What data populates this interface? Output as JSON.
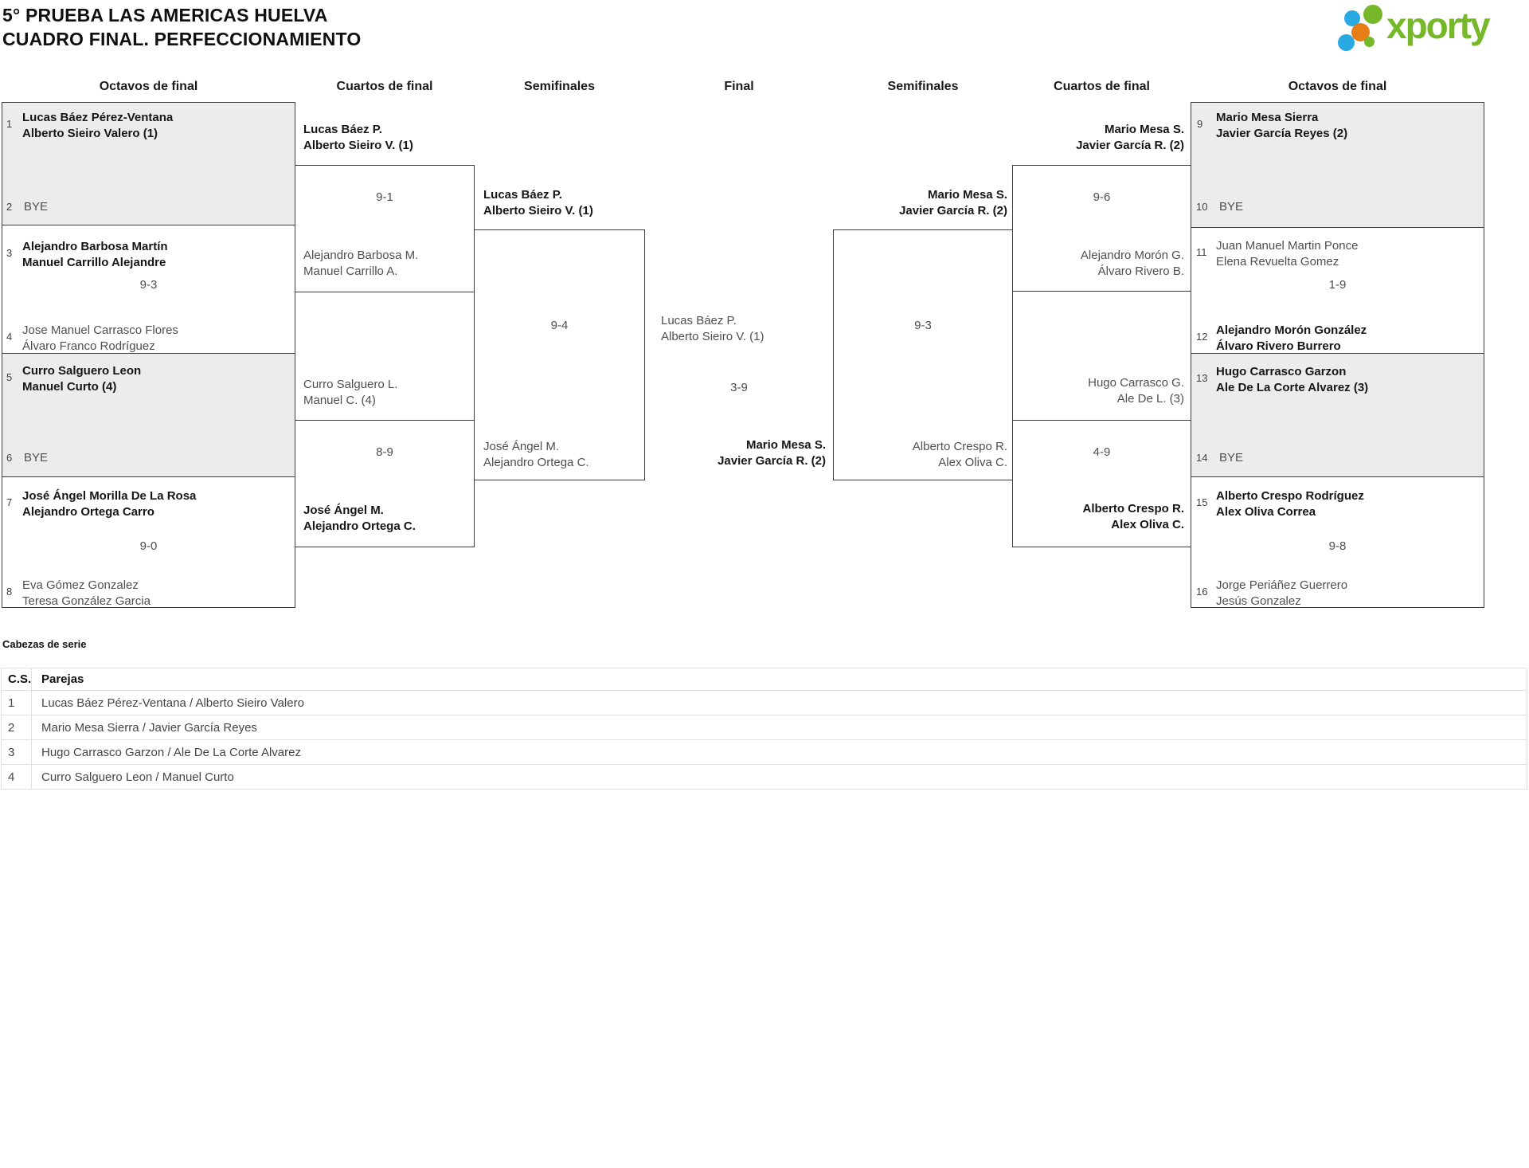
{
  "header": {
    "title_line1": "5° PRUEBA LAS AMERICAS HUELVA",
    "title_line2": "CUADRO FINAL. PERFECCIONAMIENTO",
    "brand": "xporty"
  },
  "round_headers": [
    "Octavos de final",
    "Cuartos de final",
    "Semifinales",
    "Final",
    "Semifinales",
    "Cuartos de final",
    "Octavos de final"
  ],
  "r16_left": [
    {
      "num_top": "1",
      "top1": "Lucas Báez Pérez-Ventana",
      "top2": "Alberto Sieiro Valero (1)",
      "score": "",
      "num_bot": "2",
      "bot1": "BYE",
      "bot2": ""
    },
    {
      "num_top": "3",
      "top1": "Alejandro Barbosa Martín",
      "top2": "Manuel Carrillo Alejandre",
      "score": "9-3",
      "num_bot": "4",
      "bot1": "Jose Manuel Carrasco Flores",
      "bot2": "Álvaro Franco Rodríguez"
    },
    {
      "num_top": "5",
      "top1": "Curro Salguero Leon",
      "top2": "Manuel Curto (4)",
      "score": "",
      "num_bot": "6",
      "bot1": "BYE",
      "bot2": ""
    },
    {
      "num_top": "7",
      "top1": "José Ángel Morilla De La Rosa",
      "top2": "Alejandro Ortega Carro",
      "score": "9-0",
      "num_bot": "8",
      "bot1": "Eva Gómez Gonzalez",
      "bot2": "Teresa González Garcia"
    }
  ],
  "qf_left": [
    {
      "top1": "Lucas Báez P.",
      "top2": "Alberto Sieiro V. (1)",
      "score": "9-1",
      "bot1": "Alejandro Barbosa M.",
      "bot2": "Manuel Carrillo A."
    },
    {
      "top1": "Curro Salguero L.",
      "top2": "Manuel C. (4)",
      "score": "8-9",
      "bot1": "José Ángel M.",
      "bot2": "Alejandro Ortega C."
    }
  ],
  "sf_left": {
    "top1": "Lucas Báez P.",
    "top2": "Alberto Sieiro V. (1)",
    "score": "9-4",
    "bot1": "José Ángel M.",
    "bot2": "Alejandro Ortega C."
  },
  "final": {
    "top1": "Lucas Báez P.",
    "top2": "Alberto Sieiro V. (1)",
    "score": "3-9",
    "bot1": "Mario Mesa S.",
    "bot2": "Javier García R. (2)"
  },
  "sf_right": {
    "top1": "Mario Mesa S.",
    "top2": "Javier García R. (2)",
    "score": "9-3",
    "bot1": "Alberto Crespo R.",
    "bot2": "Alex Oliva C."
  },
  "qf_right": [
    {
      "top1": "Mario Mesa S.",
      "top2": "Javier García R. (2)",
      "score": "9-6",
      "bot1": "Alejandro Morón G.",
      "bot2": "Álvaro Rivero B."
    },
    {
      "top1": "Hugo Carrasco G.",
      "top2": "Ale De L. (3)",
      "score": "4-9",
      "bot1": "Alberto Crespo R.",
      "bot2": "Alex Oliva C."
    }
  ],
  "r16_right": [
    {
      "num_top": "9",
      "top1": "Mario Mesa Sierra",
      "top2": "Javier García Reyes (2)",
      "score": "",
      "num_bot": "10",
      "bot1": "BYE",
      "bot2": ""
    },
    {
      "num_top": "11",
      "top1": "Juan Manuel Martin Ponce",
      "top2": "Elena Revuelta Gomez",
      "score": "1-9",
      "num_bot": "12",
      "bot1": "Alejandro Morón González",
      "bot2": "Álvaro Rivero Burrero"
    },
    {
      "num_top": "13",
      "top1": "Hugo Carrasco Garzon",
      "top2": "Ale De La Corte Alvarez (3)",
      "score": "",
      "num_bot": "14",
      "bot1": "BYE",
      "bot2": ""
    },
    {
      "num_top": "15",
      "top1": "Alberto Crespo Rodríguez",
      "top2": "Alex Oliva Correa",
      "score": "9-8",
      "num_bot": "16",
      "bot1": "Jorge Periáñez Guerrero",
      "bot2": "Jesús Gonzalez"
    }
  ],
  "seeds": {
    "section_title": "Cabezas de serie",
    "col_cs": "C.S.",
    "col_pairs": "Parejas",
    "rows": [
      {
        "cs": "1",
        "pair": "Lucas Báez Pérez-Ventana / Alberto Sieiro Valero"
      },
      {
        "cs": "2",
        "pair": "Mario Mesa Sierra / Javier García Reyes"
      },
      {
        "cs": "3",
        "pair": "Hugo Carrasco Garzon / Ale De La Corte Alvarez"
      },
      {
        "cs": "4",
        "pair": "Curro Salguero Leon / Manuel Curto"
      }
    ]
  },
  "colors": {
    "brand_green": "#76b82a",
    "brand_blue": "#29a9e1",
    "brand_orange": "#e77e15",
    "box_grey": "#ececec",
    "box_border": "#3d3d3d",
    "table_border": "#e0e0e0",
    "title_text": "#101010"
  }
}
